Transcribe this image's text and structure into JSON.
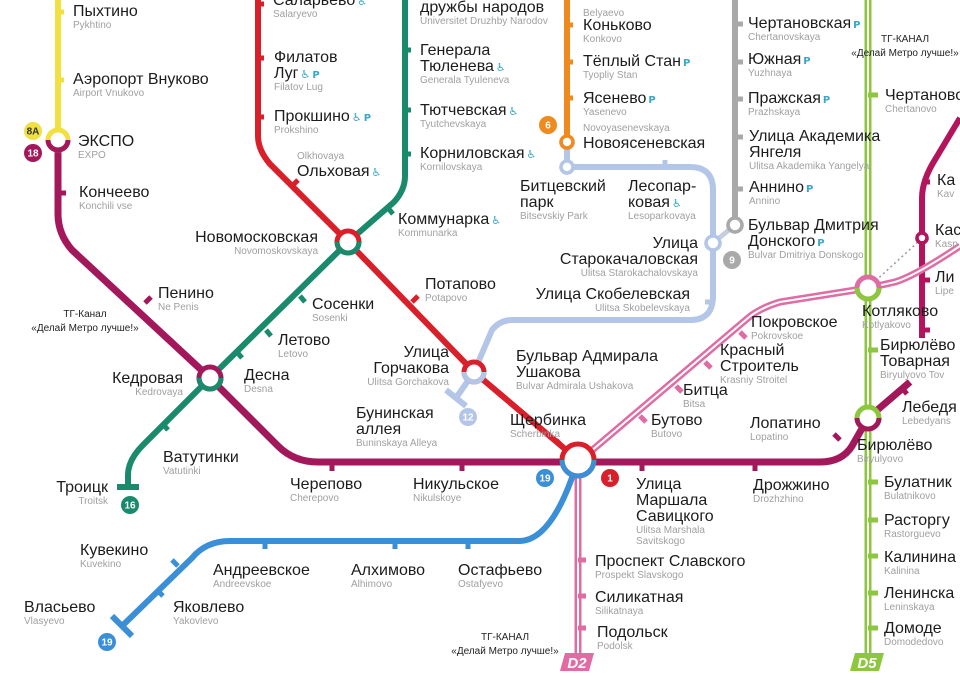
{
  "colors": {
    "line_1": "#d81f2a",
    "line_6": "#ef8a1f",
    "line_8A": "#f0e040",
    "line_9": "#a9a9a9",
    "line_12": "#b4c6e8",
    "line_16": "#1a8a6c",
    "line_18": "#a3185a",
    "line_19": "#3b8fd6",
    "line_D2": "#e06ca4",
    "line_D5": "#8dc63f",
    "line_maroon": "#b3145c"
  },
  "icons": {
    "accessible": "♿",
    "parking": "P"
  },
  "line_badges": [
    {
      "label": "8A",
      "color": "#f0e040"
    },
    {
      "label": "18",
      "color": "#a3185a"
    },
    {
      "label": "16",
      "color": "#1a8a6c"
    },
    {
      "label": "19",
      "color": "#3b8fd6"
    },
    {
      "label": "19",
      "color": "#3b8fd6"
    },
    {
      "label": "1",
      "color": "#d81f2a"
    },
    {
      "label": "12",
      "color": "#b4c6e8"
    },
    {
      "label": "6",
      "color": "#ef8a1f"
    },
    {
      "label": "9",
      "color": "#a9a9a9"
    },
    {
      "label": "D2",
      "color": "#e06ca4"
    },
    {
      "label": "D5",
      "color": "#8dc63f"
    }
  ],
  "promo": [
    {
      "line1": "ТГ-Канал",
      "line2": "«Делай Метро лучше!»"
    },
    {
      "line1": "ТГ-КАНАЛ",
      "line2": "«Делай Метро лучше!»"
    },
    {
      "line1": "ТГ-КАНАЛ",
      "line2": "«Делай Метро лучше!»"
    }
  ],
  "stations": [
    {
      "name": [
        "Пыхтино"
      ],
      "latin": [
        "Pykhtino"
      ],
      "icons": []
    },
    {
      "name": [
        "Аэропорт Внуково"
      ],
      "latin": [
        "Airport Vnukovo"
      ],
      "icons": []
    },
    {
      "name": [
        "ЭКСПО"
      ],
      "latin": [
        "EXPO"
      ],
      "icons": []
    },
    {
      "name": [
        "Кончеево"
      ],
      "latin": [
        "Konchili vse"
      ],
      "icons": []
    },
    {
      "name": [
        "Пенино"
      ],
      "latin": [
        "Ne Penis"
      ],
      "icons": []
    },
    {
      "name": [
        "Новомосковская"
      ],
      "latin": [
        "Novomoskovskaya"
      ],
      "icons": []
    },
    {
      "name": [
        "Саларьево"
      ],
      "latin": [
        "Salaryevo"
      ],
      "icons": [
        "accessible"
      ]
    },
    {
      "name": [
        "Филатов",
        "Луг"
      ],
      "latin": [
        "Filatov Lug"
      ],
      "icons": [
        "accessible",
        "parking"
      ]
    },
    {
      "name": [
        "Прокшино"
      ],
      "latin": [
        "Prokshino"
      ],
      "icons": [
        "accessible",
        "parking"
      ]
    },
    {
      "name": [
        "Ольховая"
      ],
      "latin": [
        "Olkhovaya"
      ],
      "icons": [
        "accessible"
      ]
    },
    {
      "name": [
        "дружбы народов"
      ],
      "latin": [
        "Universitet Druzhby Narodov"
      ],
      "icons": []
    },
    {
      "name": [
        "Генерала",
        "Тюленева"
      ],
      "latin": [
        "Generala Tyuleneva"
      ],
      "icons": [
        "accessible"
      ]
    },
    {
      "name": [
        "Тютчевская"
      ],
      "latin": [
        "Tyutchevskaya"
      ],
      "icons": [
        "accessible"
      ]
    },
    {
      "name": [
        "Корниловская"
      ],
      "latin": [
        "Kornilovskaya"
      ],
      "icons": [
        "accessible"
      ]
    },
    {
      "name": [
        "Коммунарка"
      ],
      "latin": [
        "Kommunarka"
      ],
      "icons": [
        "accessible"
      ]
    },
    {
      "name": [
        "Потапово"
      ],
      "latin": [
        "Potapovo"
      ],
      "icons": []
    },
    {
      "name": [
        "Сосенки"
      ],
      "latin": [
        "Sosenki"
      ],
      "icons": []
    },
    {
      "name": [
        "Летово"
      ],
      "latin": [
        "Letovo"
      ],
      "icons": []
    },
    {
      "name": [
        "Кедровая"
      ],
      "latin": [
        "Kedrovaya"
      ],
      "icons": []
    },
    {
      "name": [
        "Десна"
      ],
      "latin": [
        "Desna"
      ],
      "icons": []
    },
    {
      "name": [
        "Ватутинки"
      ],
      "latin": [
        "Vatutinki"
      ],
      "icons": []
    },
    {
      "name": [
        "Троицк"
      ],
      "latin": [
        "Troitsk"
      ],
      "icons": []
    },
    {
      "name": [
        "Улица",
        "Горчакова"
      ],
      "latin": [
        "Ulitsa Gorchakova"
      ],
      "icons": []
    },
    {
      "name": [
        "Бунинская",
        "аллея"
      ],
      "latin": [
        "Buninskaya Alleya"
      ],
      "icons": []
    },
    {
      "name": [
        "Бульвар Адмирала",
        "Ушакова"
      ],
      "latin": [
        "Bulvar Admirala Ushakova"
      ],
      "icons": []
    },
    {
      "name": [
        "Щербинка"
      ],
      "latin": [
        "Scherbinka"
      ],
      "icons": []
    },
    {
      "name": [
        "Черепово"
      ],
      "latin": [
        "Cherepovo"
      ],
      "icons": []
    },
    {
      "name": [
        "Никульское"
      ],
      "latin": [
        "Nikulskoye"
      ],
      "icons": []
    },
    {
      "name": [
        "Улица",
        "Маршала",
        "Савицкого"
      ],
      "latin": [
        "Ulitsa Marshala",
        "Savitskogo"
      ],
      "icons": []
    },
    {
      "name": [
        "Дрожжино"
      ],
      "latin": [
        "Drozhzhino"
      ],
      "icons": []
    },
    {
      "name": [
        "Лопатино"
      ],
      "latin": [
        "Lopatino"
      ],
      "icons": []
    },
    {
      "name": [
        "Бутово"
      ],
      "latin": [
        "Butovo"
      ],
      "icons": []
    },
    {
      "name": [
        "Битца"
      ],
      "latin": [
        "Bitsa"
      ],
      "icons": []
    },
    {
      "name": [
        "Красный",
        "Строитель"
      ],
      "latin": [
        "Krasniy Stroitel"
      ],
      "icons": []
    },
    {
      "name": [
        "Покровское"
      ],
      "latin": [
        "Pokrovskoe"
      ],
      "icons": []
    },
    {
      "name": [
        "Проспект Славского"
      ],
      "latin": [
        "Prospekt Slavskogo"
      ],
      "icons": []
    },
    {
      "name": [
        "Силикатная"
      ],
      "latin": [
        "Silikatnaya"
      ],
      "icons": []
    },
    {
      "name": [
        "Подольск"
      ],
      "latin": [
        "Podolsk"
      ],
      "icons": []
    },
    {
      "name": [
        "Кувекино"
      ],
      "latin": [
        "Kuvekino"
      ],
      "icons": []
    },
    {
      "name": [
        "Андреевское"
      ],
      "latin": [
        "Andreevskoe"
      ],
      "icons": []
    },
    {
      "name": [
        "Алхимово"
      ],
      "latin": [
        "Alhimovo"
      ],
      "icons": []
    },
    {
      "name": [
        "Остафьево"
      ],
      "latin": [
        "Ostafyevo"
      ],
      "icons": []
    },
    {
      "name": [
        "Яковлево"
      ],
      "latin": [
        "Yakovlevo"
      ],
      "icons": []
    },
    {
      "name": [
        "Власьево"
      ],
      "latin": [
        "Vlasyevo"
      ],
      "icons": []
    },
    {
      "name": [],
      "latin": [
        "Belyaevo"
      ],
      "icons": []
    },
    {
      "name": [
        "Коньково"
      ],
      "latin": [
        "Konkovo"
      ],
      "icons": []
    },
    {
      "name": [
        "Тёплый Стан"
      ],
      "latin": [
        "Tyopliy Stan"
      ],
      "icons": [
        "parking"
      ]
    },
    {
      "name": [
        "Ясенево"
      ],
      "latin": [
        "Yasenevo"
      ],
      "icons": [
        "parking"
      ]
    },
    {
      "name": [
        "Новоясеневская"
      ],
      "latin": [
        "Novoyasenevskaya"
      ],
      "icons": []
    },
    {
      "name": [
        "Битцевский",
        "парк"
      ],
      "latin": [
        "Bitsevskiy Park"
      ],
      "icons": []
    },
    {
      "name": [
        "Лесопар-",
        "ковая"
      ],
      "latin": [
        "Lesoparkovaya"
      ],
      "icons": [
        "accessible"
      ]
    },
    {
      "name": [
        "Улица",
        "Старокачаловская"
      ],
      "latin": [
        "Ulitsa Starokachalovskaya"
      ],
      "icons": []
    },
    {
      "name": [
        "Улица Скобелевская"
      ],
      "latin": [
        "Ulitsa Skobelevskaya"
      ],
      "icons": []
    },
    {
      "name": [
        "Чертановская"
      ],
      "latin": [
        "Chertanovskaya"
      ],
      "icons": [
        "parking"
      ]
    },
    {
      "name": [
        "Южная"
      ],
      "latin": [
        "Yuzhnaya"
      ],
      "icons": [
        "parking"
      ]
    },
    {
      "name": [
        "Пражская"
      ],
      "latin": [
        "Prazhskaya"
      ],
      "icons": [
        "parking"
      ]
    },
    {
      "name": [
        "Улица Академика",
        "Янгеля"
      ],
      "latin": [
        "Ulitsa Akademika Yangelya"
      ],
      "icons": []
    },
    {
      "name": [
        "Аннино"
      ],
      "latin": [
        "Annino"
      ],
      "icons": [
        "parking"
      ]
    },
    {
      "name": [
        "Бульвар Дмитрия",
        "Донского"
      ],
      "latin": [
        "Bulvar Dmitriya Donskogo"
      ],
      "icons": [
        "parking"
      ]
    },
    {
      "name": [
        "Чертаново"
      ],
      "latin": [
        "Chertanovo"
      ],
      "icons": []
    },
    {
      "name": [
        "Котляково"
      ],
      "latin": [
        "Kotlyakovo"
      ],
      "icons": []
    },
    {
      "name": [
        "Бирюлёво",
        "Товарная"
      ],
      "latin": [
        "Biryulyovo Tov"
      ],
      "icons": []
    },
    {
      "name": [
        "Бирюлёво"
      ],
      "latin": [
        "Biryulyovo"
      ],
      "icons": []
    },
    {
      "name": [
        "Лебедя"
      ],
      "latin": [
        "Lebedyans"
      ],
      "icons": []
    },
    {
      "name": [
        "Ка"
      ],
      "latin": [
        "Kav"
      ],
      "icons": []
    },
    {
      "name": [
        "Кас"
      ],
      "latin": [
        "Kasp"
      ],
      "icons": []
    },
    {
      "name": [
        "Ли"
      ],
      "latin": [
        "Lipe"
      ],
      "icons": []
    },
    {
      "name": [
        "Булатник"
      ],
      "latin": [
        "Bulatnikovo"
      ],
      "icons": []
    },
    {
      "name": [
        "Расторгу"
      ],
      "latin": [
        "Rastorguevo"
      ],
      "icons": []
    },
    {
      "name": [
        "Калинина"
      ],
      "latin": [
        "Kalinina"
      ],
      "icons": []
    },
    {
      "name": [
        "Ленинска"
      ],
      "latin": [
        "Leninskaya"
      ],
      "icons": []
    },
    {
      "name": [
        "Домоде"
      ],
      "latin": [
        "Domodedovo"
      ],
      "icons": []
    }
  ]
}
